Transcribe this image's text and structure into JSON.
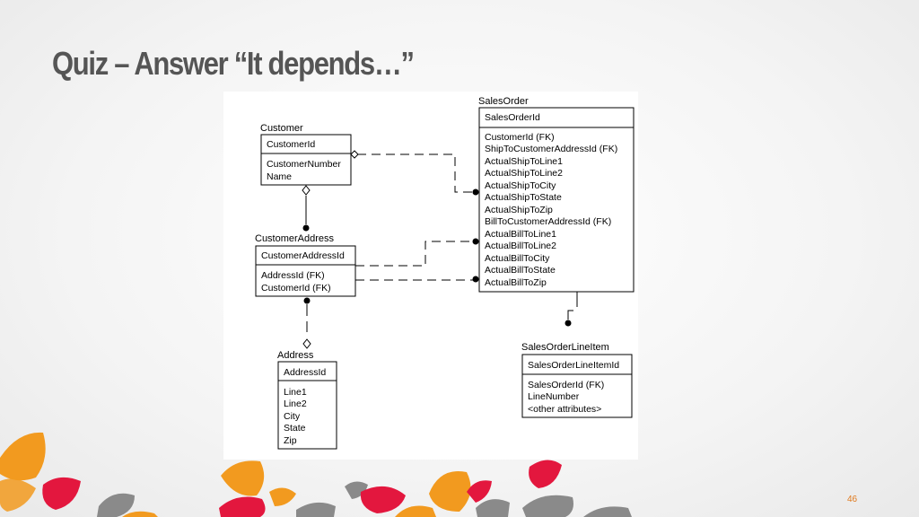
{
  "slide": {
    "title": "Quiz – Answer “It depends…”",
    "page_number": "46"
  },
  "diagram": {
    "entities": {
      "customer": {
        "name": "Customer",
        "key": "CustomerId",
        "attributes": [
          "CustomerNumber",
          "Name"
        ]
      },
      "customer_address": {
        "name": "CustomerAddress",
        "key": "CustomerAddressId",
        "attributes": [
          "AddressId (FK)",
          "CustomerId (FK)"
        ]
      },
      "address": {
        "name": "Address",
        "key": "AddressId",
        "attributes": [
          "Line1",
          "Line2",
          "City",
          "State",
          "Zip"
        ]
      },
      "sales_order": {
        "name": "SalesOrder",
        "key": "SalesOrderId",
        "attributes": [
          "CustomerId (FK)",
          "ShipToCustomerAddressId (FK)",
          "ActualShipToLine1",
          "ActualShipToLine2",
          "ActualShipToCity",
          "ActualShipToState",
          "ActualShipToZip",
          "BillToCustomerAddressId (FK)",
          "ActualBillToLine1",
          "ActualBillToLine2",
          "ActualBillToCity",
          "ActualBillToState",
          "ActualBillToZip"
        ]
      },
      "sales_order_line_item": {
        "name": "SalesOrderLineItem",
        "key": "SalesOrderLineItemId",
        "attributes": [
          "SalesOrderId (FK)",
          "LineNumber",
          "<other attributes>"
        ]
      }
    }
  },
  "colors": {
    "title": "#555555",
    "page_number": "#e07a1f",
    "decor_orange": "#f29a1f",
    "decor_red": "#e3173e",
    "decor_gray": "#8a8a8a"
  }
}
